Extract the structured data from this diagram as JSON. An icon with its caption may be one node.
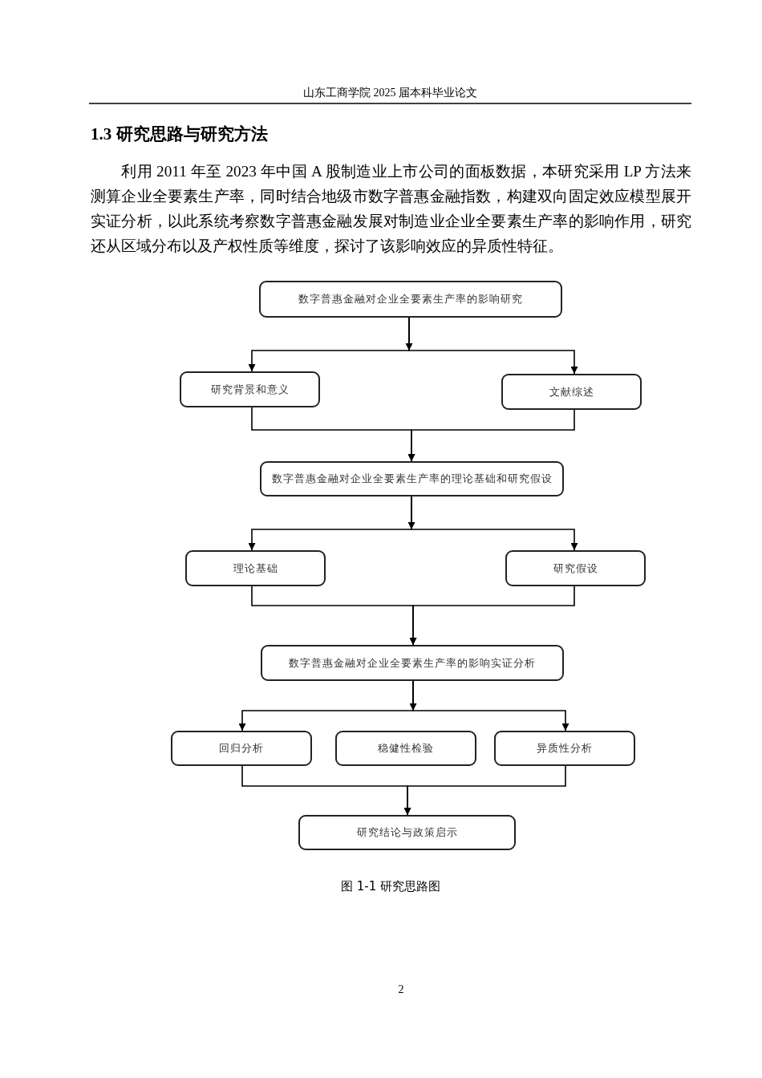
{
  "diagram": {
    "title": "1.3 研究思路与研究方法",
    "caption": "图 1-1 研究思路图",
    "nodes": [
      {
        "text": [
          "数字普惠金融对企业全要素生产率的影响研究"
        ]
      },
      {
        "text": [
          "研究背景和意义"
        ]
      },
      {
        "text": [
          "文献综述"
        ]
      },
      {
        "text": [
          "数字普惠金融对企业全要素生产率的理论基础和研究假设"
        ]
      },
      {
        "text": [
          "理论基础"
        ]
      },
      {
        "text": [
          "研究假设"
        ]
      },
      {
        "text": [
          "数字普惠金融对企业全要素生产率的影响实证分析"
        ]
      },
      {
        "text": [
          "回归分析"
        ]
      },
      {
        "text": [
          "稳健性检验"
        ]
      },
      {
        "text": [
          "异质性分析"
        ]
      },
      {
        "text": [
          "研究结论与政策启示"
        ]
      }
    ],
    "edges": [
      {
        "from": 0,
        "to": 1,
        "arrow": "to"
      },
      {
        "from": 0,
        "to": 2,
        "arrow": "to"
      },
      {
        "from": 1,
        "to": 3,
        "arrow": "to"
      },
      {
        "from": 2,
        "to": 3,
        "arrow": "to"
      },
      {
        "from": 3,
        "to": 4,
        "arrow": "to"
      },
      {
        "from": 3,
        "to": 5,
        "arrow": "to"
      },
      {
        "from": 4,
        "to": 6,
        "arrow": "to"
      },
      {
        "from": 5,
        "to": 6,
        "arrow": "to"
      },
      {
        "from": 6,
        "to": 7,
        "arrow": "to"
      },
      {
        "from": 6,
        "to": 9,
        "arrow": "to"
      },
      {
        "from": 7,
        "to": 10,
        "arrow": "to"
      },
      {
        "from": 9,
        "to": 10,
        "arrow": "to"
      }
    ],
    "labels": [
      "山东工商学院 2025 届本科毕业论文",
      "利用 2011 年至 2023 年中国 A 股制造业上市公司的面板数据，本研究采用 LP 方法来测算企业全要素生产率，同时结合地级市数字普惠金融指数，构建双向固定效应模型展开实证分析，以此系统考察数字普惠金融发展对制造业企业全要素生产率的影响作用，研究还从区域分布以及产权性质等维度，探讨了该影响效应的异质性特征。",
      "2"
    ]
  }
}
